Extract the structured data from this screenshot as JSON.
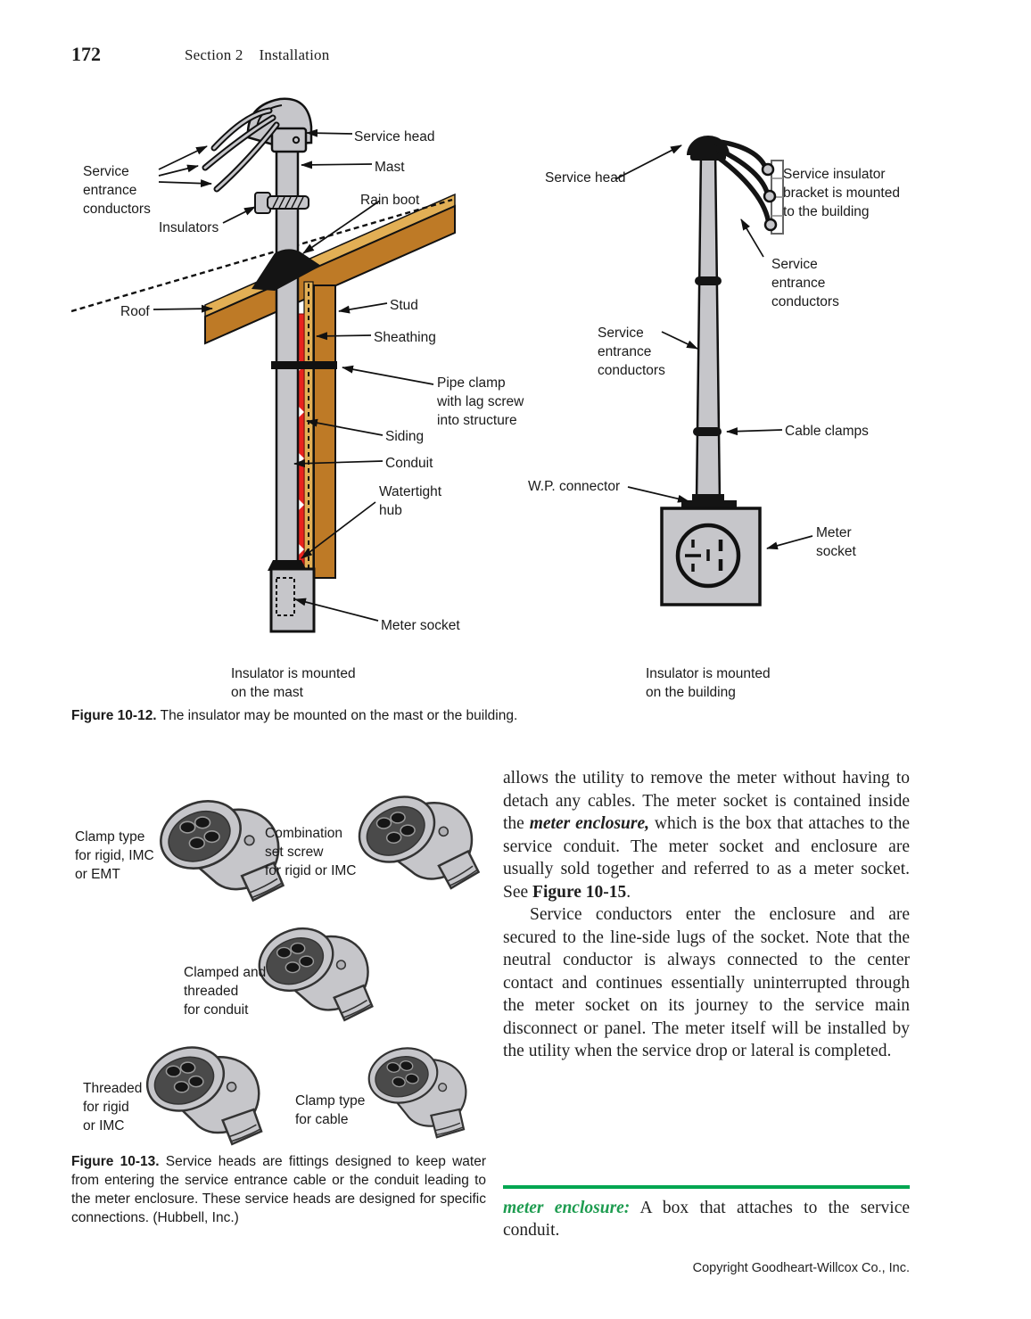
{
  "header": {
    "page_number": "172",
    "section": "Section 2",
    "section_title": "Installation"
  },
  "colors": {
    "accent_green": "#00A651",
    "definition_term_green": "#1E9C50",
    "roof_brown": "#BE7A26",
    "sheathing_tan": "#E2AF55",
    "siding_red": "#E8231E",
    "metal_gray": "#C6C6CA",
    "ink": "#1A1A1A"
  },
  "fig12": {
    "caption_lead": "Figure 10-12.",
    "caption_text": " The insulator may be mounted on the mast or the building.",
    "left": {
      "labels": {
        "service_head": "Service head",
        "mast": "Mast",
        "rain_boot": "Rain boot",
        "service_entrance_conductors": "Service\nentrance\nconductors",
        "insulators": "Insulators",
        "roof": "Roof",
        "stud": "Stud",
        "sheathing": "Sheathing",
        "pipe_clamp": "Pipe clamp\nwith lag screw\ninto structure",
        "siding": "Siding",
        "conduit": "Conduit",
        "watertight_hub": "Watertight\nhub",
        "meter_socket": "Meter socket"
      },
      "footnote": "Insulator is mounted\non the mast"
    },
    "right": {
      "labels": {
        "service_head": "Service head",
        "insulator_bracket": "Service insulator\nbracket is mounted\nto the building",
        "service_entrance_conductors_right": "Service\nentrance\nconductors",
        "service_entrance_conductors_left": "Service\nentrance\nconductors",
        "cable_clamps": "Cable clamps",
        "wp_connector": "W.P. connector",
        "meter_socket": "Meter\nsocket"
      },
      "footnote": "Insulator is mounted\non the building"
    }
  },
  "fig13": {
    "caption_lead": "Figure 10-13.",
    "caption_text": " Service heads are fittings designed to keep water from entering the service entrance cable or the conduit leading to the meter enclosure. These service heads are designed for specific connections. (Hubbell, Inc.)",
    "labels": {
      "clamp_rigid": "Clamp type\nfor rigid, IMC\nor EMT",
      "combination_set_screw": "Combination\nset screw\nfor rigid or IMC",
      "clamped_threaded": "Clamped and\nthreaded\nfor conduit",
      "threaded_rigid": "Threaded\nfor rigid\nor IMC",
      "clamp_cable": "Clamp type\nfor cable"
    }
  },
  "body": {
    "para1_a": "allows the utility to remove the meter without having to detach any cables. The meter socket is contained inside the ",
    "para1_term": "meter enclosure,",
    "para1_b": " which is the box that attaches to the service conduit. The meter socket and enclosure are usually sold together and referred to as a meter socket. See ",
    "para1_figref": "Figure 10-15",
    "para1_c": ".",
    "para2": "Service conductors enter the enclosure and are secured to the line-side lugs of the socket. Note that the neutral conductor is always connected to the center contact and continues essentially uninterrupted through the meter socket on its journey to the service main disconnect or panel. The meter itself will be installed by the utility when the service drop or lateral is completed."
  },
  "definition": {
    "term": "meter enclosure:",
    "text": " A box that attaches to the service conduit."
  },
  "footer": {
    "copyright": "Copyright Goodheart-Willcox Co., Inc."
  }
}
